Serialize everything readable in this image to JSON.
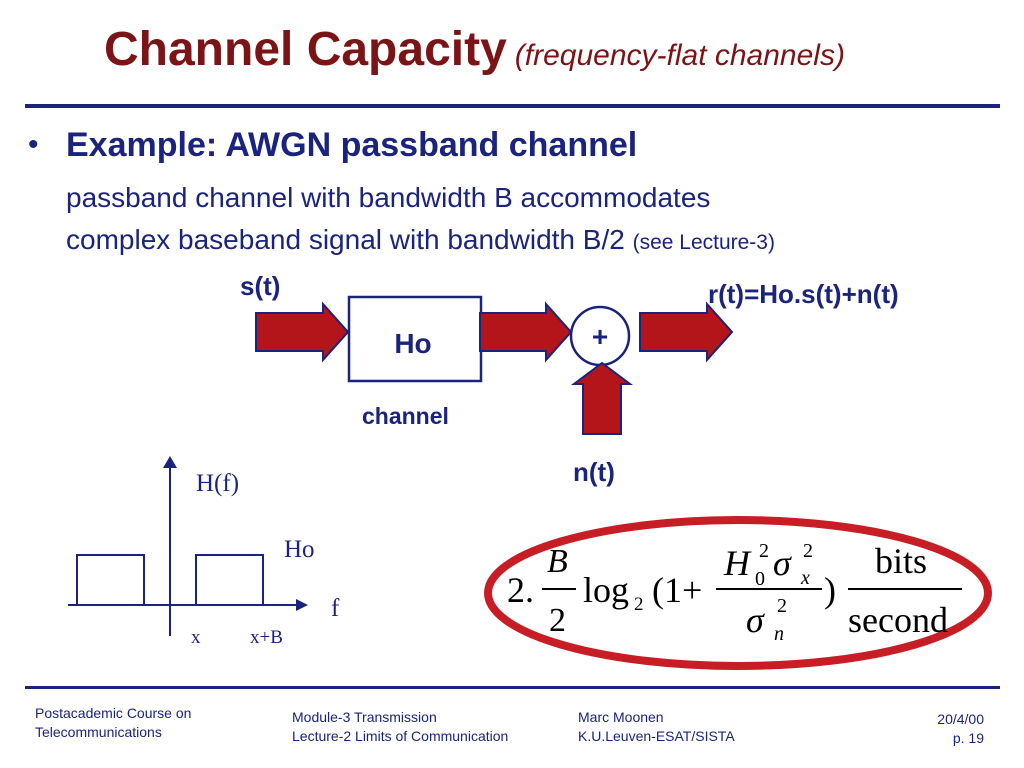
{
  "title": {
    "main": "Channel Capacity",
    "sub": "(frequency-flat channels)"
  },
  "bullet": {
    "heading": "Example: AWGN passband channel",
    "line1": "passband channel with bandwidth B accommodates",
    "line2": "complex baseband signal with bandwidth B/2",
    "line2_note": "(see Lecture-3)"
  },
  "block_diagram": {
    "input_label": "s(t)",
    "block_label": "Ho",
    "block_caption": "channel",
    "adder_symbol": "+",
    "noise_label": "n(t)",
    "output_label": "r(t)=Ho.s(t)+n(t)"
  },
  "spectrum_plot": {
    "y_label": "H(f)",
    "level_label": "Ho",
    "x_axis_label": "f",
    "tick_x": "x",
    "tick_x_plus_b": "x+B"
  },
  "formula": {
    "factor": "2.",
    "frac_num": "B",
    "frac_den": "2",
    "log": "log",
    "log_base": "2",
    "open": "(1+",
    "num_H": "H",
    "num_H_sub": "0",
    "num_H_sup": "2",
    "sigma": "σ",
    "sigma_x_sub": "x",
    "sigma_x_sup": "2",
    "sigma_n_sub": "n",
    "sigma_n_sup": "2",
    "close": ")",
    "unit_num": "bits",
    "unit_den": "second"
  },
  "footer": {
    "course_line1": "Postacademic Course on",
    "course_line2": "Telecommunications",
    "module_line1": "Module-3  Transmission",
    "module_line2": "Lecture-2  Limits of Communication",
    "author_line1": "Marc Moonen",
    "author_line2": "K.U.Leuven-ESAT/SISTA",
    "date": "20/4/00",
    "page": "p. 19"
  },
  "colors": {
    "title": "#7b1416",
    "text": "#1a237e",
    "arrow_fill": "#b3151b",
    "arrow_edge": "#1a237e",
    "ellipse": "#c61e24"
  }
}
